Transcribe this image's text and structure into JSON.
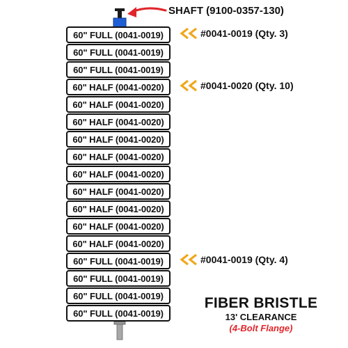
{
  "shaft": {
    "label": "SHAFT (9100-0357-130)",
    "cap_color": "#1f5fd6",
    "arrow_color": "#e0262b"
  },
  "segments": [
    {
      "label": "60\" FULL (0041-0019)",
      "kind": "full"
    },
    {
      "label": "60\" FULL (0041-0019)",
      "kind": "full"
    },
    {
      "label": "60\" FULL (0041-0019)",
      "kind": "full"
    },
    {
      "label": "60\" HALF (0041-0020)",
      "kind": "half"
    },
    {
      "label": "60\" HALF (0041-0020)",
      "kind": "half"
    },
    {
      "label": "60\" HALF (0041-0020)",
      "kind": "half"
    },
    {
      "label": "60\" HALF (0041-0020)",
      "kind": "half"
    },
    {
      "label": "60\" HALF (0041-0020)",
      "kind": "half"
    },
    {
      "label": "60\" HALF (0041-0020)",
      "kind": "half"
    },
    {
      "label": "60\" HALF (0041-0020)",
      "kind": "half"
    },
    {
      "label": "60\" HALF (0041-0020)",
      "kind": "half"
    },
    {
      "label": "60\" HALF (0041-0020)",
      "kind": "half"
    },
    {
      "label": "60\" HALF (0041-0020)",
      "kind": "half"
    },
    {
      "label": "60\" FULL (0041-0019)",
      "kind": "full"
    },
    {
      "label": "60\" FULL (0041-0019)",
      "kind": "full"
    },
    {
      "label": "60\" FULL (0041-0019)",
      "kind": "full"
    },
    {
      "label": "60\" FULL (0041-0019)",
      "kind": "full"
    }
  ],
  "callouts": [
    {
      "text": "#0041-0019 (Qty. 3)",
      "segment_index": 0
    },
    {
      "text": "#0041-0020 (Qty. 10)",
      "segment_index": 3
    },
    {
      "text": "#0041-0019 (Qty. 4)",
      "segment_index": 13
    }
  ],
  "chevron_color": "#f0a81c",
  "title": {
    "name": "FIBER BRISTLE",
    "clearance": "13' CLEARANCE",
    "flange": "(4-Bolt Flange)",
    "flange_color": "#e0262b"
  }
}
